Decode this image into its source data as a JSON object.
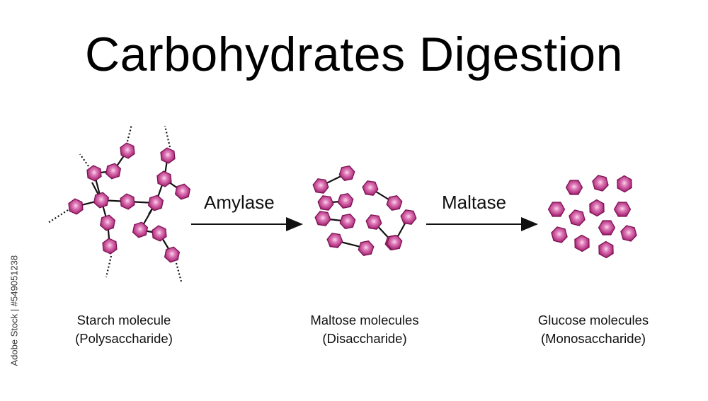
{
  "title": "Carbohydrates Digestion",
  "stages": [
    {
      "line1": "Starch molecule",
      "line2": "(Polysaccharide)"
    },
    {
      "line1": "Maltose molecules",
      "line2": "(Disaccharide)"
    },
    {
      "line1": "Glucose molecules",
      "line2": "(Monosaccharide)"
    }
  ],
  "enzymes": [
    "Amylase",
    "Maltase"
  ],
  "stock_id": "Adobe Stock | #549051238",
  "colors": {
    "hex_fill": "#b8237f",
    "hex_edge": "#7a1050",
    "hex_highlight": "#f2c6e2",
    "bond": "#111111"
  }
}
